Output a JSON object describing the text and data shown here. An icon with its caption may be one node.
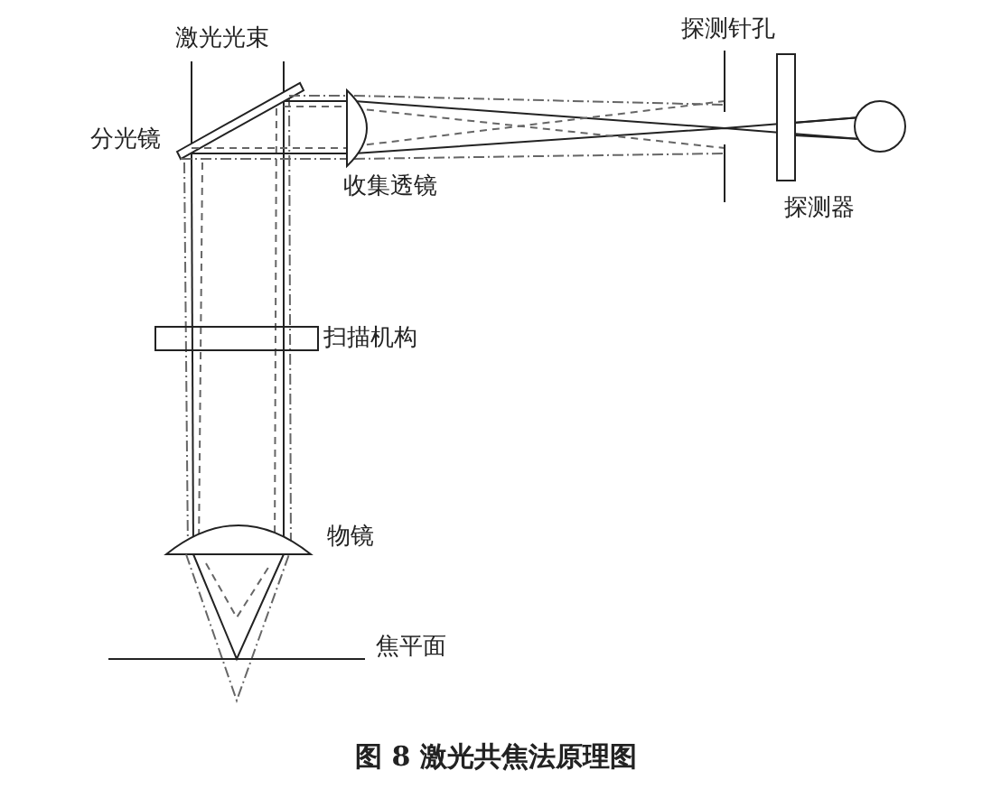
{
  "diagram": {
    "caption": "图 8 激光共焦法原理图",
    "labels": [
      "激光光束",
      "探测针孔",
      "分光镜",
      "收集透镜",
      "探测器",
      "扫描机构",
      "物镜",
      "焦平面"
    ]
  }
}
